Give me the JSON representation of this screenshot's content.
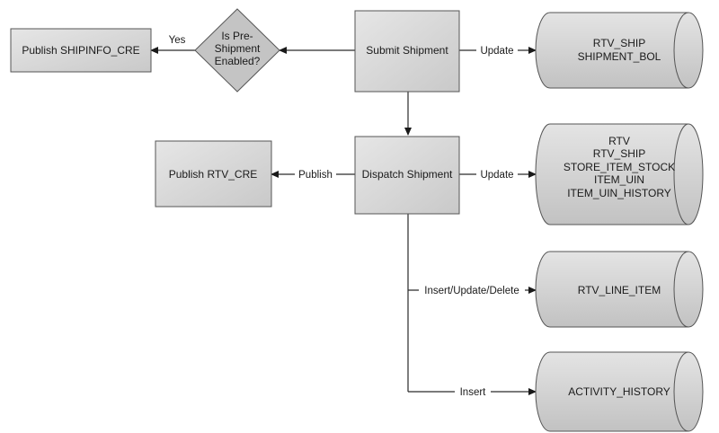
{
  "nodes": {
    "submit_shipment": "Submit Shipment",
    "dispatch_shipment": "Dispatch Shipment",
    "publish_shipinfo": "Publish SHIPINFO_CRE",
    "publish_rtv": "Publish RTV_CRE",
    "decision": [
      "Is Pre-",
      "Shipment",
      "Enabled?"
    ],
    "db_ship": [
      "RTV_SHIP",
      "SHIPMENT_BOL"
    ],
    "db_dispatch": [
      "RTV",
      "RTV_SHIP",
      "STORE_ITEM_STOCK",
      "ITEM_UIN",
      "ITEM_UIN_HISTORY"
    ],
    "db_line_item": "RTV_LINE_ITEM",
    "db_activity": "ACTIVITY_HISTORY"
  },
  "edges": {
    "yes": "Yes",
    "update_1": "Update",
    "update_2": "Update",
    "publish": "Publish",
    "insert_update_delete": "Insert/Update/Delete",
    "insert": "Insert"
  }
}
